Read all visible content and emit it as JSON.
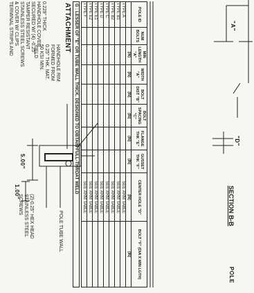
{
  "drawing": {
    "dim_a": "\"A\"",
    "dim_d": "\"D\"",
    "section_label": "SECTION B-B",
    "pole_label": "POLE",
    "attachment_title": "ATTACHMENT",
    "table_note": "G : LESSER OF \"E\" OR TUBE WALL THICK. DESIGNED TO OBTAIN FULL-THROAT WELD"
  },
  "table": {
    "headers": [
      "POLE ID",
      "NUM BOLTS",
      "MIN LENGTH \"A\"",
      "WIDTH \"A\"",
      "BOLT DIST \"B\"",
      "BOLT SPACING \"C\"",
      "FLANGE THK \"E\"",
      "GUSSET THK \"F\"",
      "CENTER HOLE \"D\"",
      "BOLT \"F\" (DIA X MIN LGTH)"
    ],
    "units": [
      "",
      "",
      "(IN)",
      "(IN)",
      "(IN)",
      "(IN)",
      "(IN)",
      "(IN)",
      "(IN)",
      "(IN)"
    ],
    "rows": [
      [
        "TYPE A",
        "",
        "",
        "",
        "",
        "",
        "",
        "",
        "SEE ARM TABLE",
        ""
      ],
      [
        "TYPE B1",
        "",
        "",
        "",
        "",
        "",
        "",
        "",
        "SEE ARM TABLE",
        ""
      ],
      [
        "TYPE B2",
        "",
        "",
        "",
        "",
        "",
        "",
        "",
        "SEE ARM TABLE",
        ""
      ],
      [
        "TYPE C",
        "",
        "",
        "",
        "",
        "",
        "",
        "",
        "SEE ARM TABLE",
        ""
      ],
      [
        "TYPE D",
        "",
        "",
        "",
        "",
        "",
        "",
        "",
        "SEE ARM TABLE",
        ""
      ],
      [
        "TYPE E1",
        "",
        "",
        "",
        "",
        "",
        "",
        "",
        "SEE ARM TABLE",
        ""
      ],
      [
        "TYPE E2",
        "",
        "",
        "",
        "",
        "",
        "",
        "",
        "SEE ARM TABLE",
        ""
      ],
      [
        "TYPE F",
        "",
        "",
        "",
        "",
        "",
        "",
        "",
        "SEE ARM TABLE",
        ""
      ]
    ]
  },
  "detail": {
    "handhole_rim": "HANDHOLE RIM\nFORMED FROM\n0.25\" THK. MAT.\n50 KSI MIN.\nYIELD",
    "handhole_cover": "0.229\" THICK\nHANDHOLE COVER\nSECURED W/ (4) -0.25\"\nTAMPER RESISTANT\nSTAINLESS STEEL SCREWS\n& COVER W/ CLIPS\nTERMINAL STRIPS AND",
    "pole_tube_wall": "POLE TUBE WALL",
    "hex_screws": "(2)-0.25\" HEX HEAD\nSTAINLESS STEEL\nSCREWS",
    "dim_500": "5.00\"",
    "dim_100": "1.00\""
  }
}
